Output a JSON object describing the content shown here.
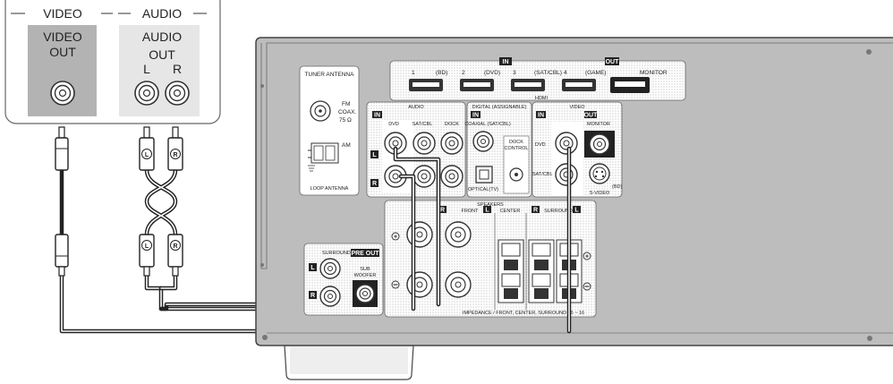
{
  "source_device": {
    "group_video": "VIDEO",
    "group_audio": "AUDIO",
    "video_out": [
      "VIDEO",
      "OUT"
    ],
    "audio_out": [
      "AUDIO",
      "OUT"
    ],
    "left": "L",
    "right": "R"
  },
  "plug_labels": {
    "left": "L",
    "right": "R"
  },
  "receiver": {
    "tuner_antenna": "TUNER ANTENNA",
    "fm": [
      "FM",
      "COAX.",
      "75 Ω"
    ],
    "am": "AM",
    "loop_antenna": "LOOP ANTENNA",
    "hdmi_header_in": "IN",
    "hdmi_header_out": "OUT",
    "hdmi_monitor": "MONITOR",
    "hdmi_ports": [
      "1",
      "(BD)",
      "2",
      "(DVD)",
      "3",
      "(SAT/CBL)",
      "4",
      "(GAME)"
    ],
    "hdmi_label": "HDMI",
    "audio_section": "AUDIO",
    "audio_in": "IN",
    "audio_cols": [
      "DVD",
      "SAT/CBL",
      "DOCK"
    ],
    "audio_L": "L",
    "audio_R": "R",
    "digital_section": "DIGITAL (ASSIGNABLE)",
    "digital_in": "IN",
    "coaxial": "COAXIAL (SAT/CBL)",
    "optical": "OPTICAL(TV)",
    "dock_control": [
      "DOCK",
      "CONTROL"
    ],
    "video_section": "VIDEO",
    "video_in": "IN",
    "video_out": "OUT",
    "video_monitor": "MONITOR",
    "video_dvd": "DVD",
    "video_satcbl": "SAT/CBL",
    "s_video": "S-VIDEO",
    "s_video_sub": "(BD)",
    "speakers": "SPEAKERS",
    "front": "FRONT",
    "center": "CENTER",
    "surround": "SURROUND",
    "spk_L": "L",
    "spk_R": "R",
    "pre_out": "PRE OUT",
    "pre_surround": "SURROUND",
    "pre_L": "L",
    "pre_R": "R",
    "subwoofer": [
      "SUB",
      "WOOFER"
    ],
    "impedance": "IMPEDANCE / FRONT, CENTER, SURROUND : 6 ~ 16"
  }
}
